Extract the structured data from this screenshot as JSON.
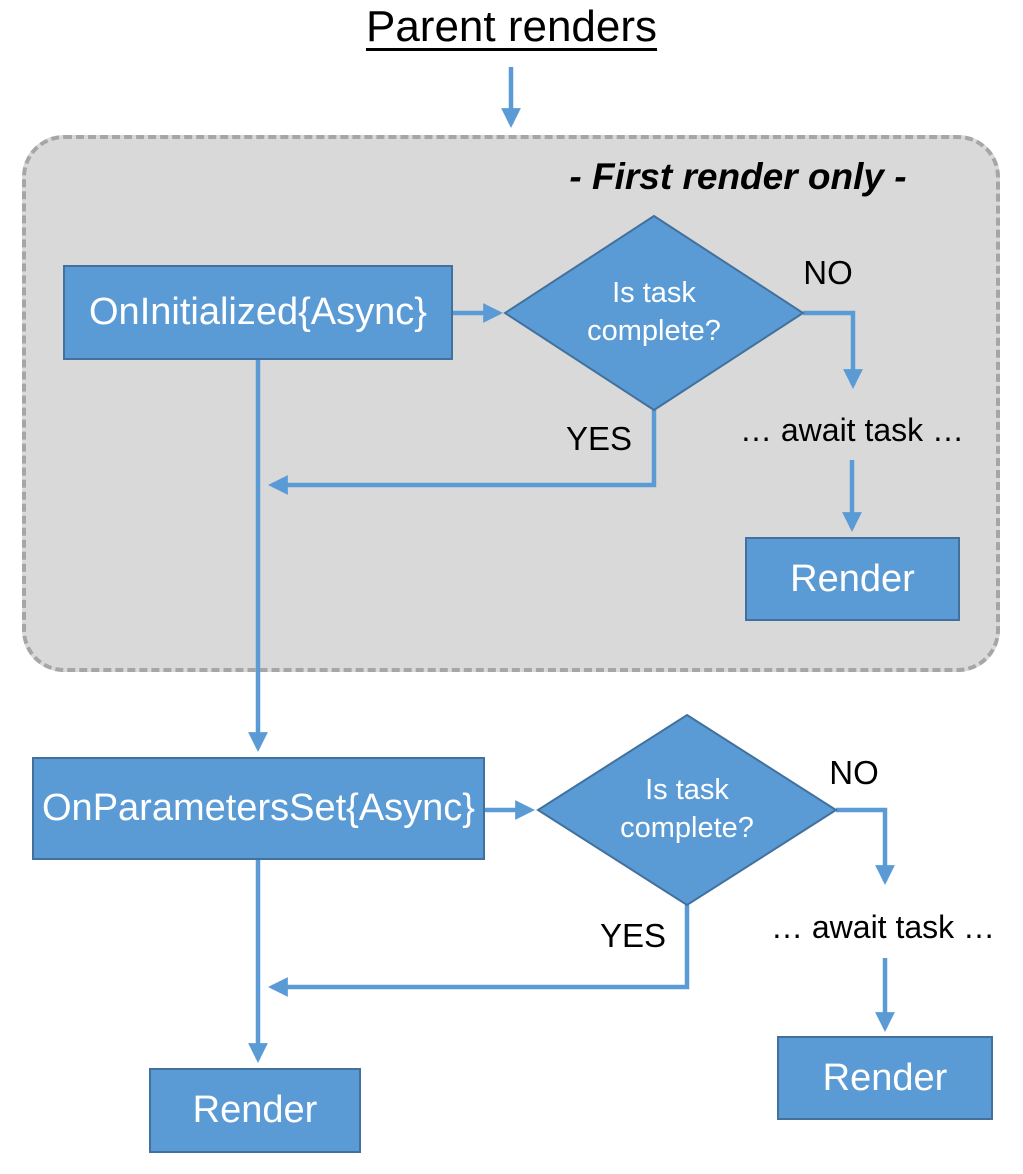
{
  "title": "Parent renders",
  "group": {
    "label": "- First render only -"
  },
  "nodes": {
    "on_initialized": {
      "label": "OnInitialized{Async}"
    },
    "decision1": {
      "label": "Is task complete?"
    },
    "render1": {
      "label": "Render"
    },
    "on_parameters_set": {
      "label": "OnParametersSet{Async}"
    },
    "decision2": {
      "label": "Is task complete?"
    },
    "render2": {
      "label": "Render"
    },
    "render3": {
      "label": "Render"
    }
  },
  "edges": {
    "no1": "NO",
    "yes1": "YES",
    "await1": "… await task …",
    "no2": "NO",
    "yes2": "YES",
    "await2": "… await task …"
  },
  "colors": {
    "node_fill": "#5b9bd5",
    "node_border": "#41719c",
    "arrow": "#5b9bd5",
    "group_fill": "#d9d9d9",
    "group_border": "#a6a6a6",
    "text_dark": "#000000",
    "text_light": "#ffffff"
  }
}
